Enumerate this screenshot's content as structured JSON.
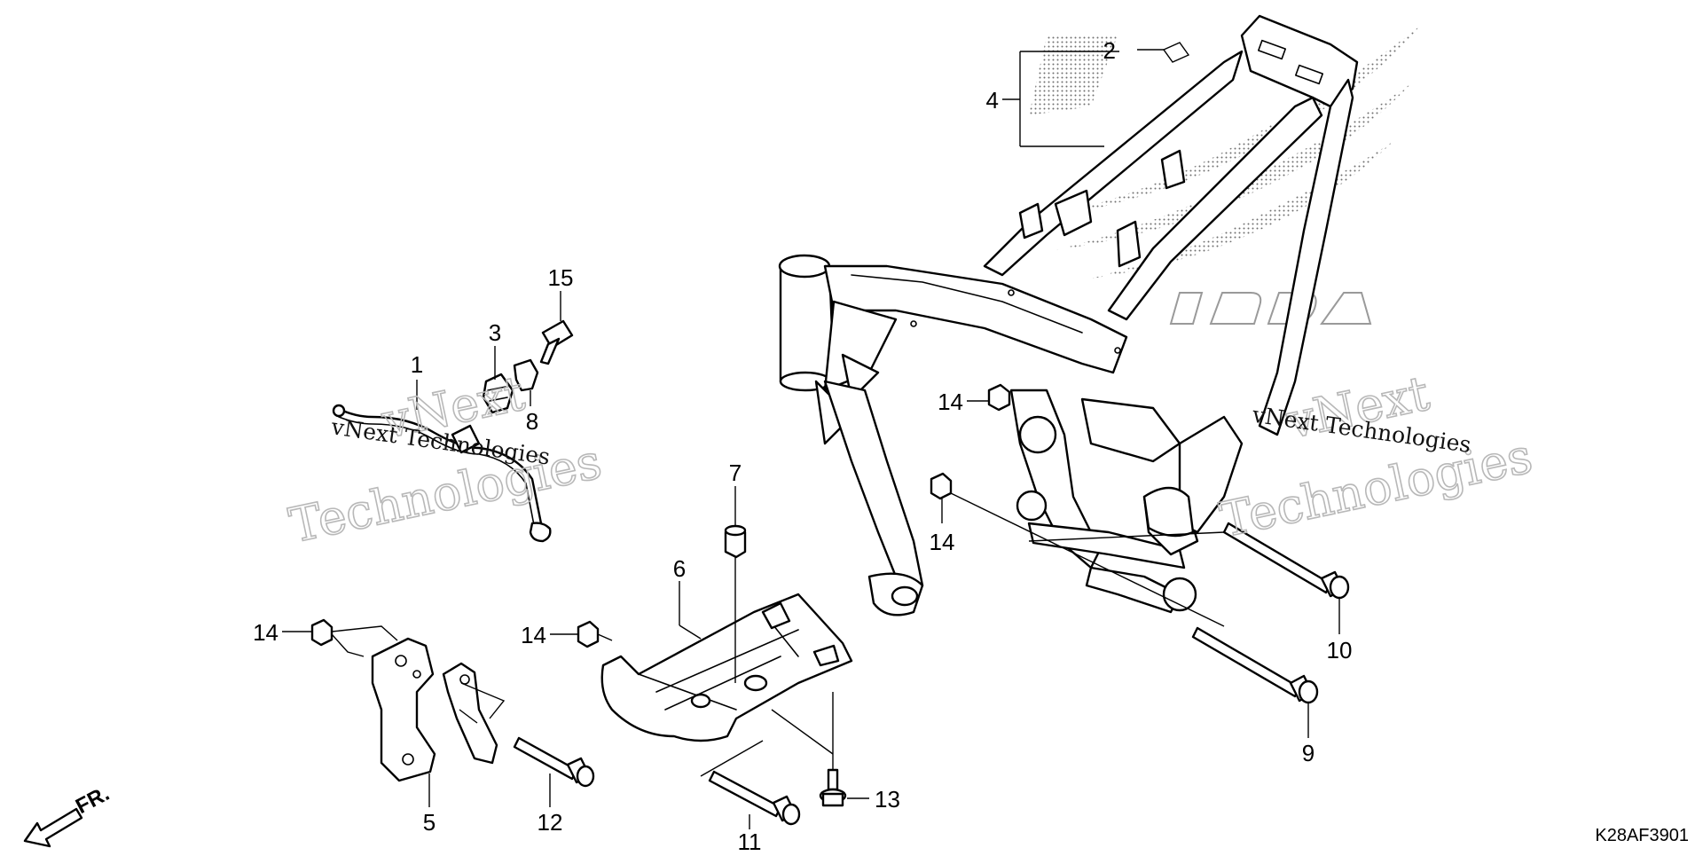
{
  "diagram": {
    "code": "K28AF3901",
    "front_indicator": "FR.",
    "watermark": {
      "line1": "vNext",
      "line2": "Technologies",
      "caption": "vNext Technologies",
      "brand_logo_text": "HONDA"
    },
    "callouts": {
      "c1": "1",
      "c2": "2",
      "c3": "3",
      "c4": "4",
      "c5": "5",
      "c6": "6",
      "c7": "7",
      "c8": "8",
      "c9": "9",
      "c10": "10",
      "c11": "11",
      "c12": "12",
      "c13": "13",
      "c14a": "14",
      "c14b": "14",
      "c14c": "14",
      "c14d": "14",
      "c15": "15"
    },
    "colors": {
      "line": "#000000",
      "watermark": "#b8b8b8",
      "background": "#ffffff"
    }
  }
}
